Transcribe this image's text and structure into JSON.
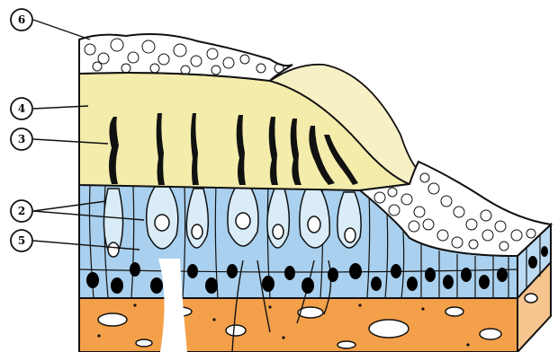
{
  "labels": [
    {
      "id": "label-6",
      "text": "6"
    },
    {
      "id": "label-4",
      "text": "4"
    },
    {
      "id": "label-3",
      "text": "3"
    },
    {
      "id": "label-2",
      "text": "2"
    },
    {
      "id": "label-5",
      "text": "5"
    }
  ],
  "colors": {
    "otoconia_fill": "#ffffff",
    "membrane": "#f3ecab",
    "membrane_slope": "#f7f0c4",
    "epithelium": "#a9d0ee",
    "nuclei": "#000000",
    "connective_tissue": "#f4a04a",
    "connective_side": "#f6c48e",
    "outline": "#111111"
  },
  "icons": [
    "hair-bundle-icon",
    "otoconia-crystal-icon",
    "nerve-fiber-icon"
  ]
}
